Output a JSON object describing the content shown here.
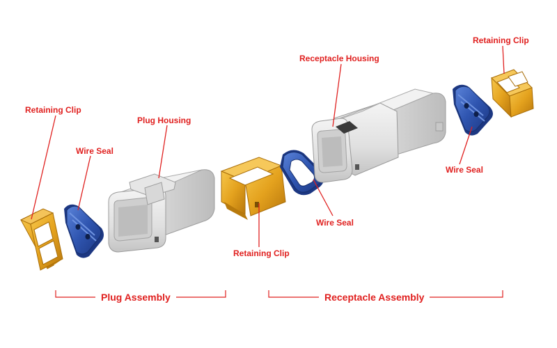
{
  "labels": {
    "retaining_clip_left": "Retaining Clip",
    "wire_seal_left": "Wire Seal",
    "plug_housing": "Plug Housing",
    "retaining_clip_center": "Retaining Clip",
    "wire_seal_center": "Wire Seal",
    "receptacle_housing": "Receptacle Housing",
    "retaining_clip_right": "Retaining Clip",
    "wire_seal_right": "Wire Seal"
  },
  "groups": {
    "plug_assembly": "Plug Assembly",
    "receptacle_assembly": "Receptacle Assembly"
  },
  "colors": {
    "label": "#e0201f",
    "seal": "#2f55b0",
    "clip": "#e4a21e",
    "housing": "#e2e2e2"
  }
}
